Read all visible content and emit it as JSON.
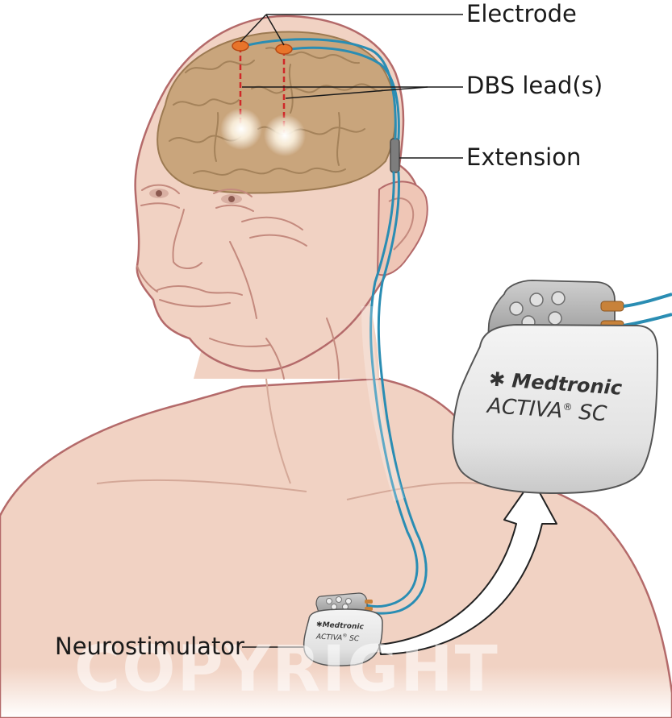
{
  "labels": {
    "electrode": "Electrode",
    "dbs_leads": "DBS lead(s)",
    "extension": "Extension",
    "neurostimulator": "Neurostimulator"
  },
  "device": {
    "brand": "Medtronic",
    "model": "ACTIVA",
    "model_mark": "®",
    "model_suffix": "SC"
  },
  "watermark": "COPYRIGHT",
  "colors": {
    "skin": "#f1d2c3",
    "skin_outline": "#b46a6a",
    "brain": "#c9a57c",
    "lead_wire": "#2a8db3",
    "electrode": "#e8742a",
    "device_body": "#e6e6e6",
    "arrow_outline": "#222222"
  }
}
